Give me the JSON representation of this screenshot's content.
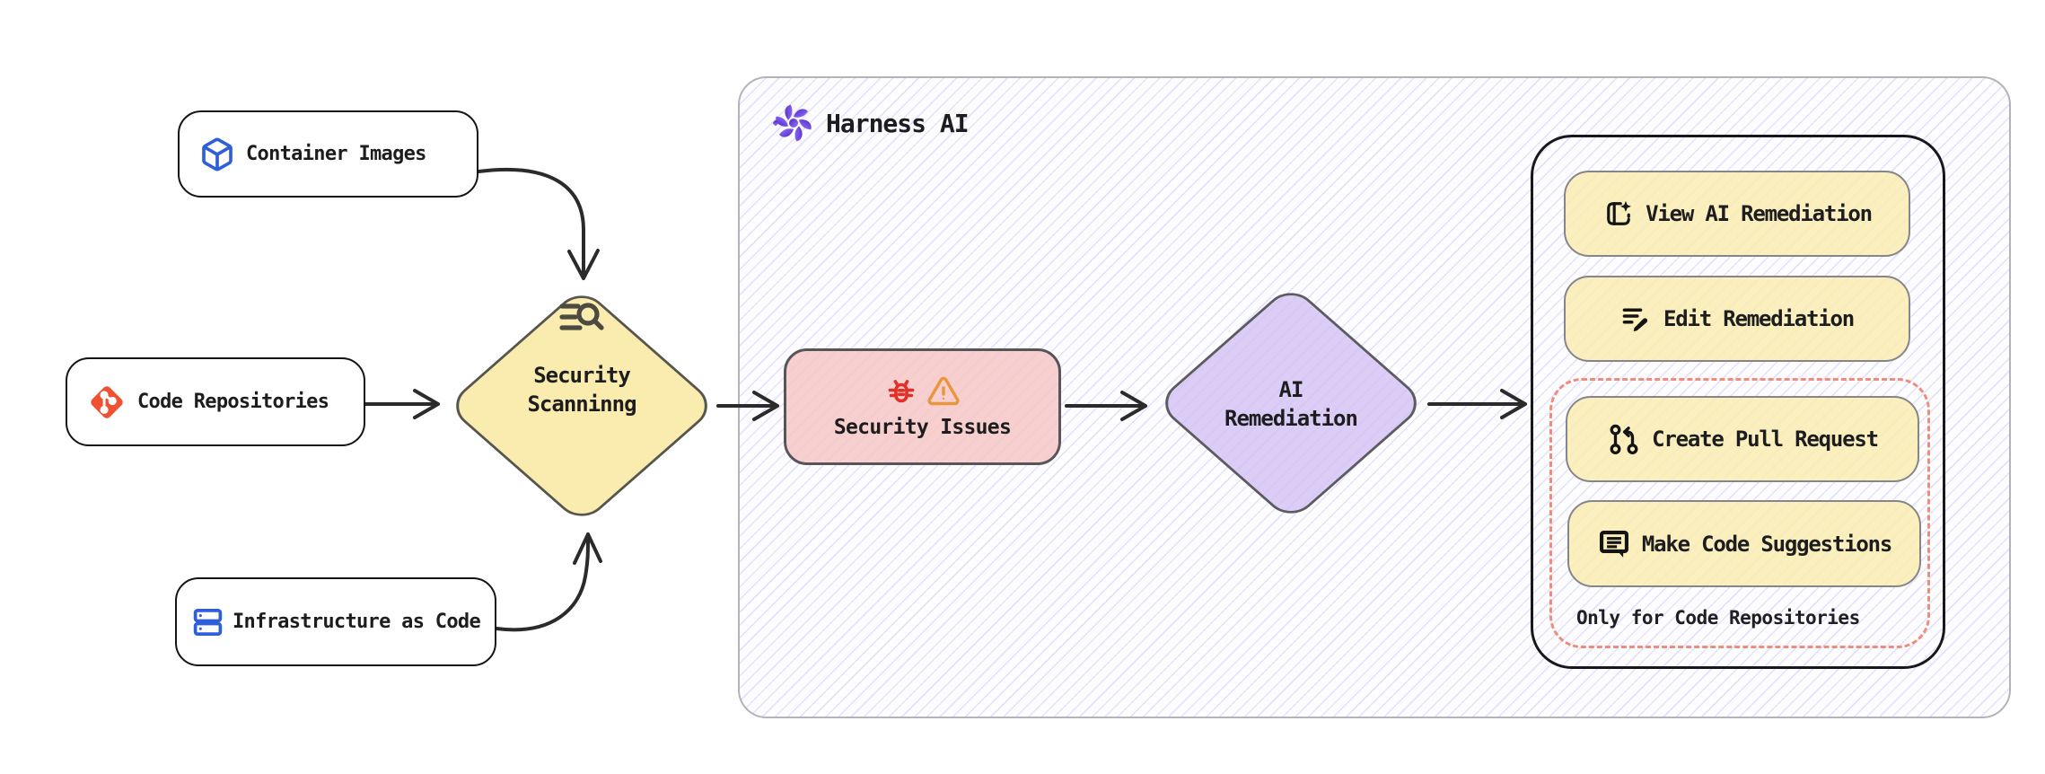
{
  "diagram": {
    "harness_panel_title": "Harness AI",
    "sources": [
      {
        "label": "Container Images",
        "icon": "cube-icon"
      },
      {
        "label": "Code Repositories",
        "icon": "git-icon"
      },
      {
        "label": "Infrastructure as Code",
        "icon": "server-stack-icon"
      }
    ],
    "security_scanning": {
      "line1": "Security",
      "line2": "Scanninng",
      "icon": "scan-search-icon"
    },
    "security_issues": {
      "label": "Security Issues",
      "icons": [
        "bug-icon",
        "warning-icon"
      ]
    },
    "ai_remediation": {
      "line1": "AI",
      "line2": "Remediation"
    },
    "remediation_actions": [
      {
        "label": "View AI Remediation",
        "icon": "book-sparkle-icon"
      },
      {
        "label": "Edit Remediation",
        "icon": "edit-list-icon"
      }
    ],
    "repo_only_actions": [
      {
        "label": "Create Pull Request",
        "icon": "pull-request-icon"
      },
      {
        "label": "Make Code Suggestions",
        "icon": "code-comment-icon"
      }
    ],
    "repo_only_note": "Only for Code Repositories"
  },
  "colors": {
    "node_yellow": "#f8ec9f",
    "node_pink": "#f6c7c7",
    "node_purple": "#d9cbf5",
    "dashed_border": "#ef8d7c",
    "panel_border": "#17171c",
    "container_border": "#b3b3ba",
    "hatch_line": "#8076e4",
    "icon_blue": "#2f5fd8",
    "git_orange": "#f05133",
    "bug_red": "#e23028",
    "warning_orange": "#e8973f",
    "harness_purple_dark": "#4c21c9",
    "harness_purple_light": "#9a79f7",
    "arrow": "#2b2b2b"
  }
}
